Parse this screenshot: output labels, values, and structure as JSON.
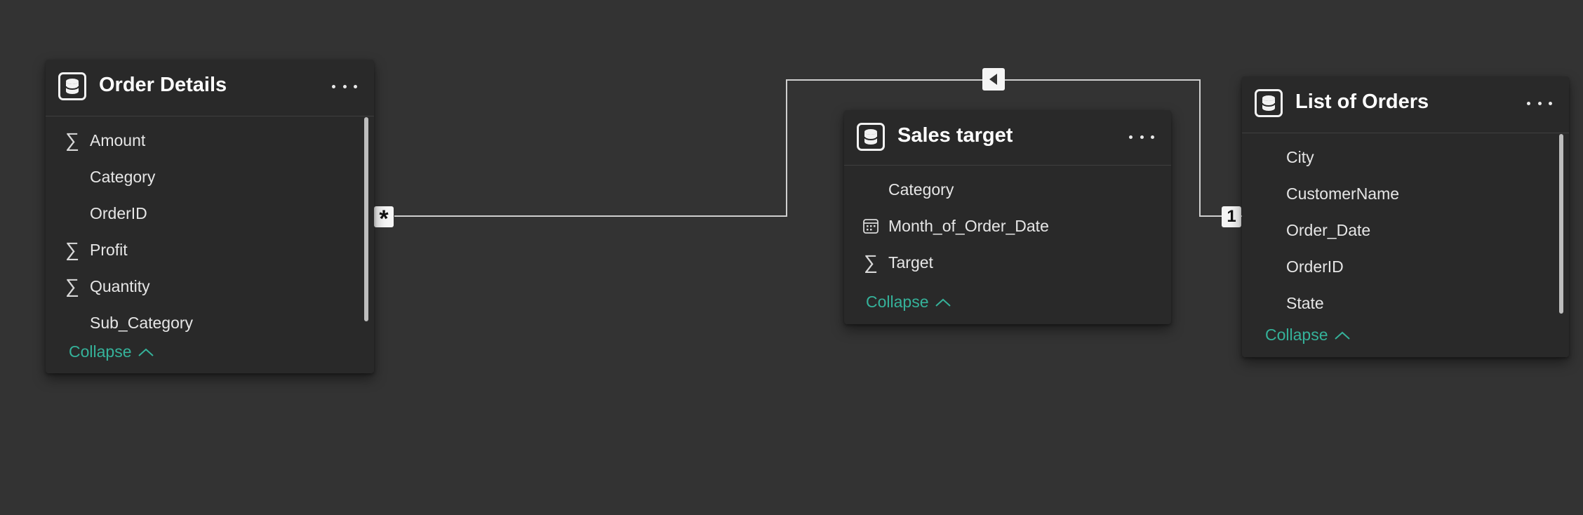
{
  "tables": {
    "order_details": {
      "title": "Order Details",
      "fields": [
        {
          "name": "Amount",
          "icon": "sigma"
        },
        {
          "name": "Category",
          "icon": "none"
        },
        {
          "name": "OrderID",
          "icon": "none"
        },
        {
          "name": "Profit",
          "icon": "sigma"
        },
        {
          "name": "Quantity",
          "icon": "sigma"
        },
        {
          "name": "Sub_Category",
          "icon": "none"
        }
      ],
      "collapse_label": "Collapse"
    },
    "sales_target": {
      "title": "Sales target",
      "fields": [
        {
          "name": "Category",
          "icon": "none"
        },
        {
          "name": "Month_of_Order_Date",
          "icon": "calendar"
        },
        {
          "name": "Target",
          "icon": "sigma"
        }
      ],
      "collapse_label": "Collapse"
    },
    "list_of_orders": {
      "title": "List of Orders",
      "fields": [
        {
          "name": "City",
          "icon": "none"
        },
        {
          "name": "CustomerName",
          "icon": "none"
        },
        {
          "name": "Order_Date",
          "icon": "none"
        },
        {
          "name": "OrderID",
          "icon": "none"
        },
        {
          "name": "State",
          "icon": "none"
        }
      ],
      "collapse_label": "Collapse"
    }
  },
  "relationship": {
    "many_side_label": "*",
    "one_side_label": "1",
    "direction_icon": "triangle-left-icon"
  },
  "colors": {
    "background": "#333333",
    "card": "#292929",
    "accent": "#35b29a",
    "line": "#cfcfcf"
  }
}
